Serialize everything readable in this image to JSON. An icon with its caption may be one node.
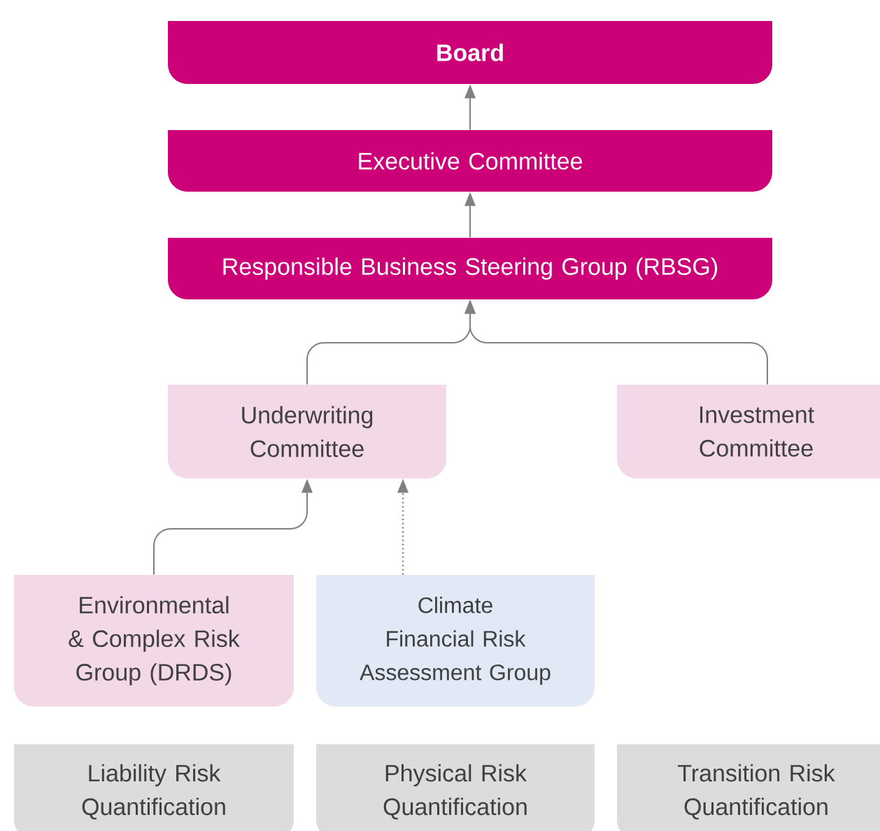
{
  "diagram": {
    "nodes": [
      {
        "text": [
          "Board"
        ]
      },
      {
        "text": [
          "Executive Committee"
        ]
      },
      {
        "text": [
          "Responsible Business Steering Group (RBSG)"
        ]
      },
      {
        "text": [
          "Underwriting Committee"
        ]
      },
      {
        "text": [
          "Investment Committee"
        ]
      },
      {
        "text": [
          "Environmental & Complex Risk Group (DRDS)"
        ]
      },
      {
        "text": [
          "Climate Financial Risk Assessment Group"
        ]
      },
      {
        "text": [
          "Liability Risk Quantification"
        ]
      },
      {
        "text": [
          "Physical Risk Quantification"
        ]
      },
      {
        "text": [
          "Transition Risk Quantification"
        ]
      }
    ],
    "edges": [
      {
        "from": 1,
        "to": 0,
        "arrow": "to"
      },
      {
        "from": 2,
        "to": 1,
        "arrow": "to"
      },
      {
        "from": 3,
        "to": 2,
        "arrow": "to"
      },
      {
        "from": 4,
        "to": 2,
        "arrow": "to"
      },
      {
        "from": 5,
        "to": 3,
        "arrow": "to"
      },
      {
        "from": 6,
        "to": 3,
        "arrow": "to",
        "style": "dashed"
      }
    ]
  }
}
